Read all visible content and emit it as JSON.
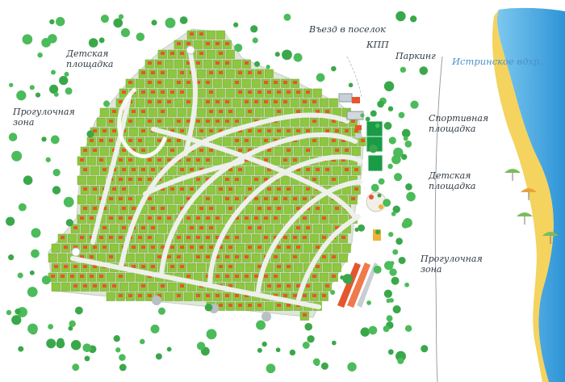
{
  "map": {
    "labels": {
      "entrance": "Въезд в поселок",
      "checkpoint": "КПП",
      "parking": "Паркинг",
      "reservoir": "Истринское вдхр.",
      "sports_ground": "Спортивная площадка",
      "sports_ground_l1": "Спортивная",
      "sports_ground_l2": "площадка",
      "kids_left_l1": "Детская",
      "kids_left_l2": "площадка",
      "kids_right_l1": "Детская",
      "kids_right_l2": "площадка",
      "walk_left_l1": "Прогулочная",
      "walk_left_l2": "зона",
      "walk_right_l1": "Прогулочная",
      "walk_right_l2": "зона"
    },
    "icons": [
      "tree-icon",
      "house-icon",
      "umbrella-icon",
      "roundabout-icon"
    ],
    "colors": {
      "plot": "#8dc63f",
      "plot_edge": "#6fa32e",
      "road": "#e6e9e4",
      "roof": "#e4572e",
      "tree": "#3aa84a",
      "water": "#3fa7e0",
      "beach": "#f4d35e",
      "sports": "#1a9b48"
    }
  }
}
